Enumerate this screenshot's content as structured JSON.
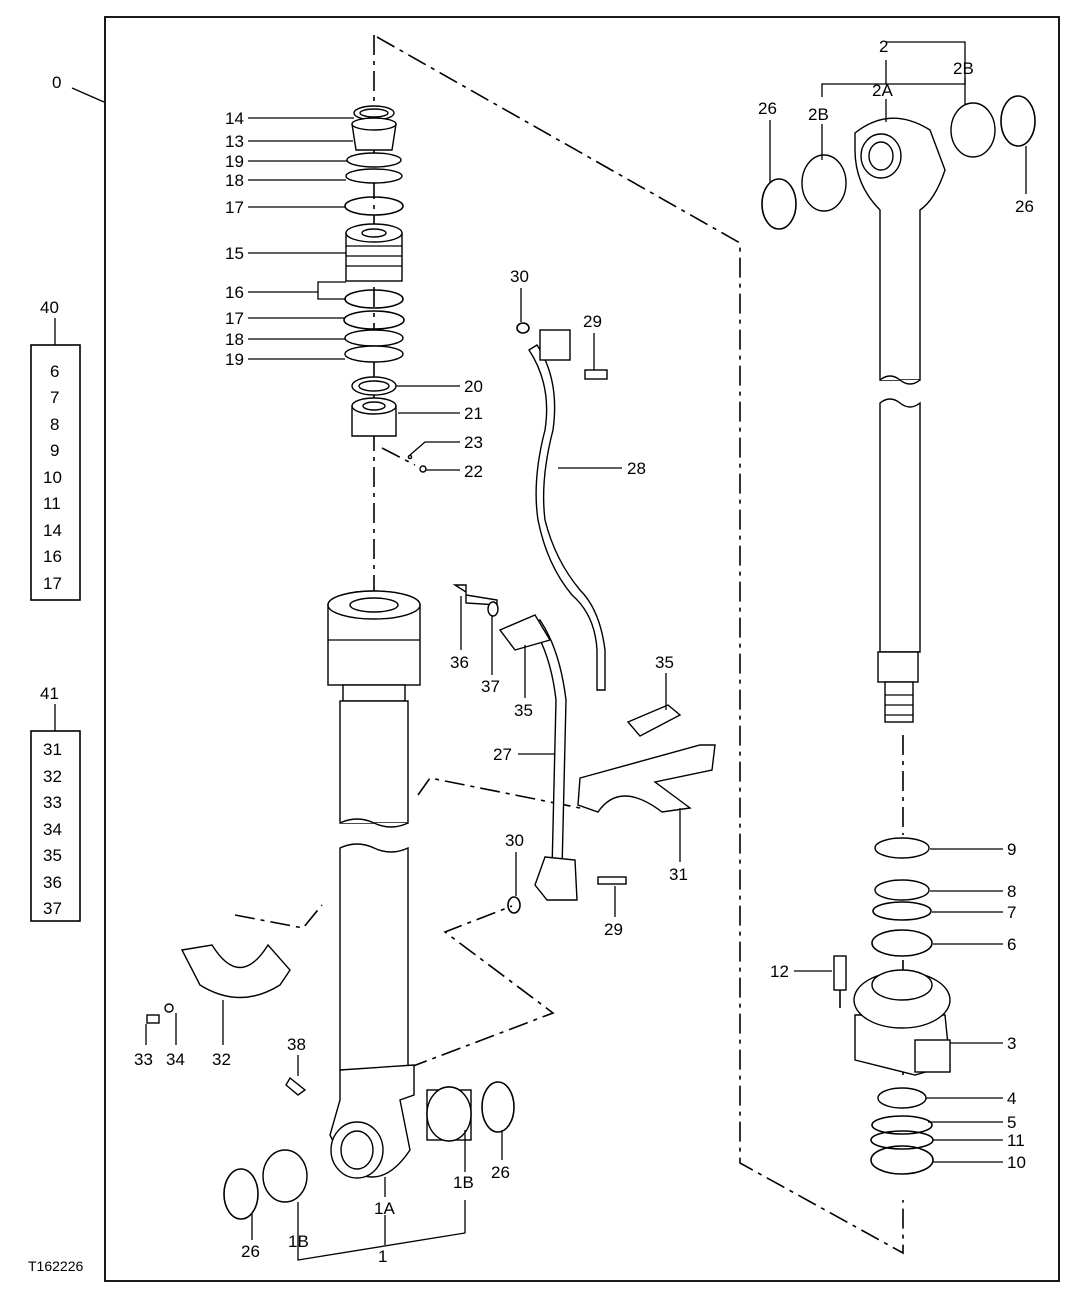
{
  "figure_id": "T162226",
  "frame_label": "0",
  "kits": [
    {
      "label": "40",
      "items": [
        "6",
        "7",
        "8",
        "9",
        "10",
        "11",
        "14",
        "16",
        "17"
      ]
    },
    {
      "label": "41",
      "items": [
        "31",
        "32",
        "33",
        "34",
        "35",
        "36",
        "37"
      ]
    }
  ],
  "callouts": {
    "rod_head": [
      "14",
      "13",
      "19",
      "18",
      "17",
      "15",
      "16",
      "17",
      "18",
      "19",
      "20",
      "21",
      "23",
      "22"
    ],
    "barrel": [
      "1",
      "1A",
      "1B",
      "1B",
      "26",
      "26",
      "38",
      "32",
      "33",
      "34"
    ],
    "tube": [
      "30",
      "29",
      "28",
      "36",
      "37",
      "35",
      "35",
      "27",
      "30",
      "29",
      "31"
    ],
    "rod": [
      "2",
      "2A",
      "2B",
      "2B",
      "26",
      "26",
      "9",
      "8",
      "7",
      "6",
      "12",
      "3",
      "4",
      "5",
      "11",
      "10"
    ]
  }
}
